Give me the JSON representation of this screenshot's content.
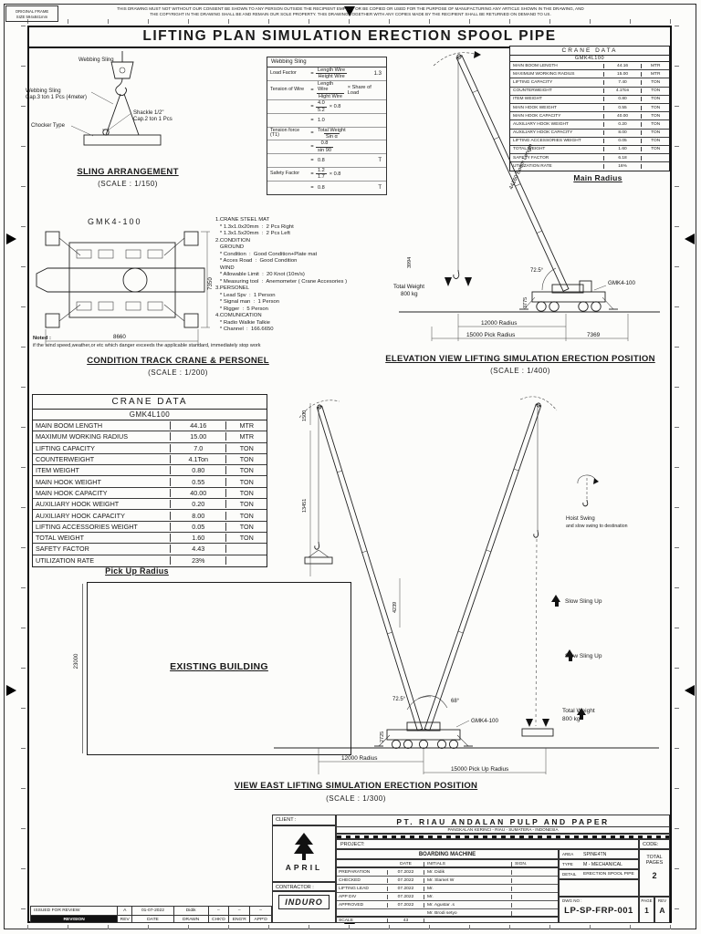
{
  "colors": {
    "ink": "#1a1a1a",
    "paper": "#fcfcfa"
  },
  "frame": {
    "original_frame_line1": "ORIGINAL FRAME",
    "original_frame_line2": "SIZE 594x841mm",
    "disclaimer": "THIS DRAWING MUST NOT WITHOUT OUR CONSENT BE SHOWN TO ANY PERSON OUTSIDE THE RECIPIENT EMPLOY OR BE COPIED OR USED FOR THE PURPOSE OF MANUFACTURING ANY ARTICLE SHOWN IN THE DRAWING, AND THE COPYRIGHT IN THE DRAWING SHALL BE AND REMAIN OUR SOLE PROPERTY. THIS DRAWING TOGETHER WITH ANY COPIES MADE BY THE RECIPIENT SHALL BE RETURNED ON DEMAND TO US.",
    "title": "LIFTING PLAN SIMULATION ERECTION SPOOL PIPE"
  },
  "sling": {
    "heading": "SLING ARRANGEMENT",
    "scale": "(SCALE : 1/150)",
    "label_top": "Webbing Sling",
    "note1a": "Webbing Sling",
    "note1b": "Cap.3 ton 1 Pcs (4meter)",
    "note2a": "Shackle 1/2\"",
    "note2b": "Cap.2 ton 1 Pcs",
    "note3": "Chocker Type"
  },
  "sling_calc": {
    "header": "Webbing Sling",
    "rows": [
      {
        "label": "Load Factor",
        "eq": "=",
        "num": "Length Wire",
        "den": "Height Wire",
        "tail": "",
        "val": "1.3"
      },
      {
        "label": "Tension of Wire",
        "eq": "=",
        "num": "Length Wire",
        "den": "Hight Wire",
        "tail": "× Share of Load",
        "val": ""
      },
      {
        "label": "",
        "eq": "=",
        "num": "4.0",
        "den": "5.2",
        "tail": "× 0.8",
        "val": ""
      },
      {
        "label": "",
        "eq": "=",
        "num": "1.0",
        "den": "",
        "tail": "",
        "val": ""
      },
      {
        "label": "Tension force (T1)",
        "eq": "=",
        "num": "Total Weight",
        "den": "Sin α",
        "tail": "",
        "val": ""
      },
      {
        "label": "",
        "eq": "=",
        "num": "0.8",
        "den": "sin 90",
        "tail": "",
        "val": ""
      },
      {
        "label": "",
        "eq": "=",
        "num": "0.8",
        "den": "",
        "tail": "",
        "val": "T"
      },
      {
        "label": "Safety Factor",
        "eq": "=",
        "num": "1.2",
        "den": "1.7",
        "tail": "× 0.8",
        "val": ""
      },
      {
        "label": "",
        "eq": "=",
        "num": "0.8",
        "den": "",
        "tail": "",
        "val": "T"
      }
    ]
  },
  "crane_data_small": {
    "title": "CRANE DATA",
    "model": "GMK4L100",
    "rows": [
      {
        "label": "MAIN BOOM LENGTH",
        "value": "44.16",
        "unit": "MTR"
      },
      {
        "label": "MAXIMUM WORKING RADIUS",
        "value": "15.00",
        "unit": "MTR"
      },
      {
        "label": "LIFTING CAPACITY",
        "value": "7.40",
        "unit": "TON"
      },
      {
        "label": "COUNTERWEIGHT",
        "value": "4.1Ton",
        "unit": "TON"
      },
      {
        "label": "ITEM WEIGHT",
        "value": "0.80",
        "unit": "TON"
      },
      {
        "label": "MAIN HOOK WEIGHT",
        "value": "0.55",
        "unit": "TON"
      },
      {
        "label": "MAIN HOOK CAPACITY",
        "value": "40.00",
        "unit": "TON"
      },
      {
        "label": "AUXILIARY HOOK WEIGHT",
        "value": "0.20",
        "unit": "TON"
      },
      {
        "label": "AUXILIARY HOOK CAPACITY",
        "value": "8.00",
        "unit": "TON"
      },
      {
        "label": "LIFTING ACCESSORIES WEIGHT",
        "value": "0.05",
        "unit": "TON"
      },
      {
        "label": "TOTAL WEIGHT",
        "value": "1.60",
        "unit": "TON"
      }
    ],
    "safety_label": "SAFETY FACTOR",
    "safety_value": "6.18",
    "util_label": "UTILIZATION RATE",
    "util_value": "16%"
  },
  "crane_data_main": {
    "title": "CRANE DATA",
    "model": "GMK4L100",
    "rows": [
      {
        "label": "MAIN BOOM LENGTH",
        "value": "44.16",
        "unit": "MTR"
      },
      {
        "label": "MAXIMUM WORKING RADIUS",
        "value": "15.00",
        "unit": "MTR"
      },
      {
        "label": "LIFTING CAPACITY",
        "value": "7.0",
        "unit": "TON"
      },
      {
        "label": "COUNTERWEIGHT",
        "value": "4.1Ton",
        "unit": "TON"
      },
      {
        "label": "ITEM WEIGHT",
        "value": "0.80",
        "unit": "TON"
      },
      {
        "label": "MAIN HOOK WEIGHT",
        "value": "0.55",
        "unit": "TON"
      },
      {
        "label": "MAIN HOOK CAPACITY",
        "value": "40.00",
        "unit": "TON"
      },
      {
        "label": "AUXILIARY HOOK WEIGHT",
        "value": "0.20",
        "unit": "TON"
      },
      {
        "label": "AUXILIARY HOOK CAPACITY",
        "value": "8.00",
        "unit": "TON"
      },
      {
        "label": "LIFTING ACCESSORIES WEIGHT",
        "value": "0.05",
        "unit": "TON"
      },
      {
        "label": "TOTAL WEIGHT",
        "value": "1.60",
        "unit": "TON"
      }
    ],
    "safety_label": "SAFETY FACTOR",
    "safety_value": "4.43",
    "util_label": "UTILIZATION RATE",
    "util_value": "23%"
  },
  "plan_view": {
    "crane_label": "GMK4-100",
    "dim_width": "8660",
    "dim_height": "7350",
    "heading": "CONDITION TRACK CRANE & PERSONEL",
    "scale": "(SCALE : 1/200)"
  },
  "notes": {
    "lines": [
      "1.CRANE STEEL MAT",
      "   * 1.3x1.0x20mm  :  2 Pcs Right",
      "   * 1.3x1.5x20mm  :  2 Pcs Left",
      "2.CONDITION",
      "   GROUND",
      "   * Condition  :  Good Condition+Plate mat",
      "   * Acces Road  :  Good Condition",
      "   WIND",
      "   * Allowable Limit  :  20 Knot (10m/s)",
      "   * Measuring tool  :  Anemometer ( Crane Accesories )",
      "3.PERSONEL",
      "   * Lead Spv  :  1 Person",
      "   * Signal man  :  1 Person",
      "   * Rigger  :  5 Person",
      "4.COMUNICATION",
      "   * Radio Walkie Talkie",
      "   * Channel  :  166.6650"
    ],
    "noted_label": "Noted :",
    "noted_text": "if the wind speed,weather,or etc which danger exceeds the applicable standard, immediately stop work"
  },
  "elevation": {
    "main_radius_label": "Main Radius",
    "heading": "ELEVATION VIEW LIFTING SIMULATION ERECTION POSITION",
    "scale": "(SCALE : 1/400)",
    "boom_text": "44160 Boom Length",
    "total_weight_1": "Total Weight",
    "total_weight_2": "800 kg",
    "crane_label": "GMK4-100",
    "angle": "72.5°",
    "dim_3994": "3994",
    "dim_3775": "3775",
    "dim_radius": "12000 Radius",
    "dim_pick": "15000 Pick Radius",
    "dim_7369": "7369"
  },
  "view_east": {
    "heading": "VIEW EAST LIFTING SIMULATION ERECTION POSITION",
    "scale": "(SCALE : 1/300)",
    "pickup_label": "Pick Up Radius",
    "building_label": "EXISTING BUILDING",
    "dim_23000": "23000",
    "dim_1500": "1500",
    "dim_13451": "13451",
    "dim_4239": "4239",
    "dim_2725": "2725",
    "angle_left": "72.5°",
    "angle_right": "68°",
    "crane_label": "GMK4-100",
    "dim_radius": "12000 Radius",
    "dim_pick": "15000 Pick Up Radius",
    "hoist_note_1": "Hoist Swing",
    "hoist_note_2": "and slow swing to destination",
    "slow_sling": "Slow Sling Up",
    "total_weight_1": "Total Weight",
    "total_weight_2": "800 kg"
  },
  "titleblock": {
    "client_label": "CLIENT :",
    "client_name": "PT. RIAU ANDALAN PULP AND PAPER",
    "client_sub": "PANGKALAN KERINCI - RIAU - SUMATERA - INDONESIA",
    "april": "APRIL",
    "contractor_label": "CONTRACTOR :",
    "induro": "INDURO",
    "project_label": "PROJECT:",
    "code_label": "CODE:",
    "machine": "BOARDING MACHINE",
    "col_date": "DATE",
    "col_initials": "INITIALS",
    "col_sign": "SIGN.",
    "approvals": [
      {
        "label": "PREPARATION",
        "date": "07.2022",
        "initials": "Mr. Didik"
      },
      {
        "label": "CHECKED",
        "date": "07.2022",
        "initials": "Mr. Slamet W"
      },
      {
        "label": "LIFTING LEAD",
        "date": "07.2022",
        "initials": "Mr."
      },
      {
        "label": "APP DIV",
        "date": "07.2022",
        "initials": "Mr."
      },
      {
        "label": "APPROVED",
        "date": "07.2022",
        "initials": "Mr. Agustar .s"
      },
      {
        "label": "",
        "date": "",
        "initials": "Mr. Brodi setyo"
      }
    ],
    "scale_label": "SCALE",
    "scale_value": "43",
    "area_label": "AREA",
    "area_value": "SPINE4TN",
    "type_label": "TYPE",
    "type_value": "M - MECHANICAL",
    "detail_label": "DETAIL",
    "detail_value": "ERECTION SPOOL PIPE",
    "total_label": "TOTAL",
    "pages_label": "PAGES",
    "pages_value": "2",
    "dwg_label": "DWG NO :",
    "dwg_value": "LP-SP-FRP-001",
    "page_label": "PAGE",
    "page_value": "1",
    "rev_label": "REV",
    "rev_value": "A"
  },
  "revision": {
    "row": {
      "desc": "ISSUED FOR REVIEW",
      "rev": "A",
      "date": "01-07-2022",
      "drawn": "Didik",
      "chk": "–",
      "eng": "–",
      "app": "–"
    },
    "headers": [
      "REVISION",
      "REV",
      "DATE",
      "DRAWN",
      "CHK'D",
      "ENG'R",
      "APP'D"
    ]
  }
}
